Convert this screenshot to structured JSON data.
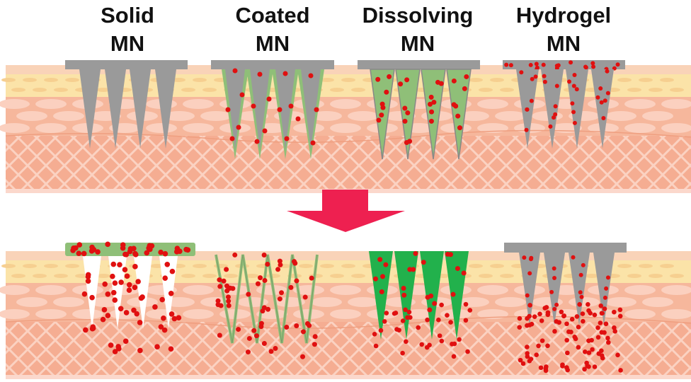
{
  "labels": [
    {
      "line1": "Solid",
      "line2": "MN"
    },
    {
      "line1": "Coated",
      "line2": "MN"
    },
    {
      "line1": "Dissolving",
      "line2": "MN"
    },
    {
      "line1": "Hydrogel",
      "line2": "MN"
    }
  ],
  "colors": {
    "needle_gray": "#9a9a9a",
    "coating_green": "#8fbf78",
    "dissolving_green": "#22b14c",
    "drug_red": "#e01010",
    "arrow_red": "#ee2050",
    "skin_peach": "#f6b79c"
  }
}
